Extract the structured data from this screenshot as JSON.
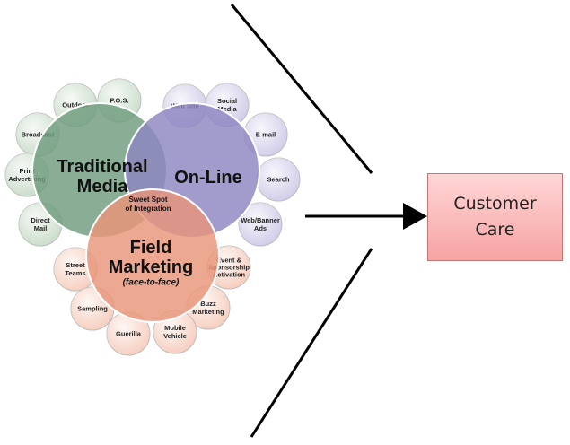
{
  "main_circles": [
    {
      "id": "traditional",
      "lines": [
        "Traditional",
        "Media"
      ],
      "color": "#6f9c7e"
    },
    {
      "id": "online",
      "lines": [
        "On-Line"
      ],
      "color": "#8d86c2"
    },
    {
      "id": "field",
      "lines": [
        "Field",
        "Marketing"
      ],
      "sub": "(face-to-face)",
      "color": "#e9957a"
    }
  ],
  "sweet_spot": [
    "Sweet Spot",
    "of Integration"
  ],
  "satellites": [
    {
      "id": "outdoor",
      "lines": [
        "Outdoor"
      ],
      "group": "traditional"
    },
    {
      "id": "pos",
      "lines": [
        "P.O.S."
      ],
      "group": "traditional"
    },
    {
      "id": "broadcast",
      "lines": [
        "Broadcast"
      ],
      "group": "traditional"
    },
    {
      "id": "print",
      "lines": [
        "Print",
        "Advertising"
      ],
      "group": "traditional"
    },
    {
      "id": "direct-mail",
      "lines": [
        "Direct",
        "Mail"
      ],
      "group": "traditional"
    },
    {
      "id": "web-site",
      "lines": [
        "Web Site"
      ],
      "group": "online"
    },
    {
      "id": "social-media",
      "lines": [
        "Social",
        "Media"
      ],
      "group": "online"
    },
    {
      "id": "email",
      "lines": [
        "E-mail"
      ],
      "group": "online"
    },
    {
      "id": "search",
      "lines": [
        "Search"
      ],
      "group": "online"
    },
    {
      "id": "web-banner",
      "lines": [
        "Web/Banner",
        "Ads"
      ],
      "group": "online"
    },
    {
      "id": "street-teams",
      "lines": [
        "Street",
        "Teams"
      ],
      "group": "field"
    },
    {
      "id": "event",
      "lines": [
        "Event &",
        "Sponsorship",
        "Activation"
      ],
      "group": "field"
    },
    {
      "id": "sampling",
      "lines": [
        "Sampling"
      ],
      "group": "field"
    },
    {
      "id": "buzz",
      "lines": [
        "Buzz",
        "Marketing"
      ],
      "group": "field"
    },
    {
      "id": "guerilla",
      "lines": [
        "Guerilla"
      ],
      "group": "field"
    },
    {
      "id": "mobile-vehicle",
      "lines": [
        "Mobile",
        "Vehicle"
      ],
      "group": "field"
    }
  ],
  "group_colors": {
    "traditional": "#c9dcc9",
    "online": "#cfcbe8",
    "field": "#f6cdbd"
  },
  "target_box": {
    "label": "Customer Care"
  }
}
